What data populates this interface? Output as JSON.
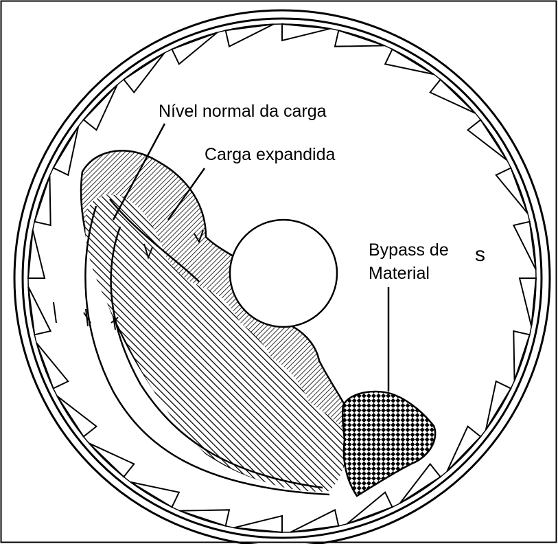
{
  "diagram": {
    "labels": {
      "normal_level": "Nível normal da carga",
      "expanded_charge": "Carga expandida",
      "bypass_line1": "Bypass de",
      "bypass_line2": "Material",
      "stray_glyph": "s"
    },
    "colors": {
      "stroke": "#000000",
      "background": "#ffffff"
    }
  }
}
